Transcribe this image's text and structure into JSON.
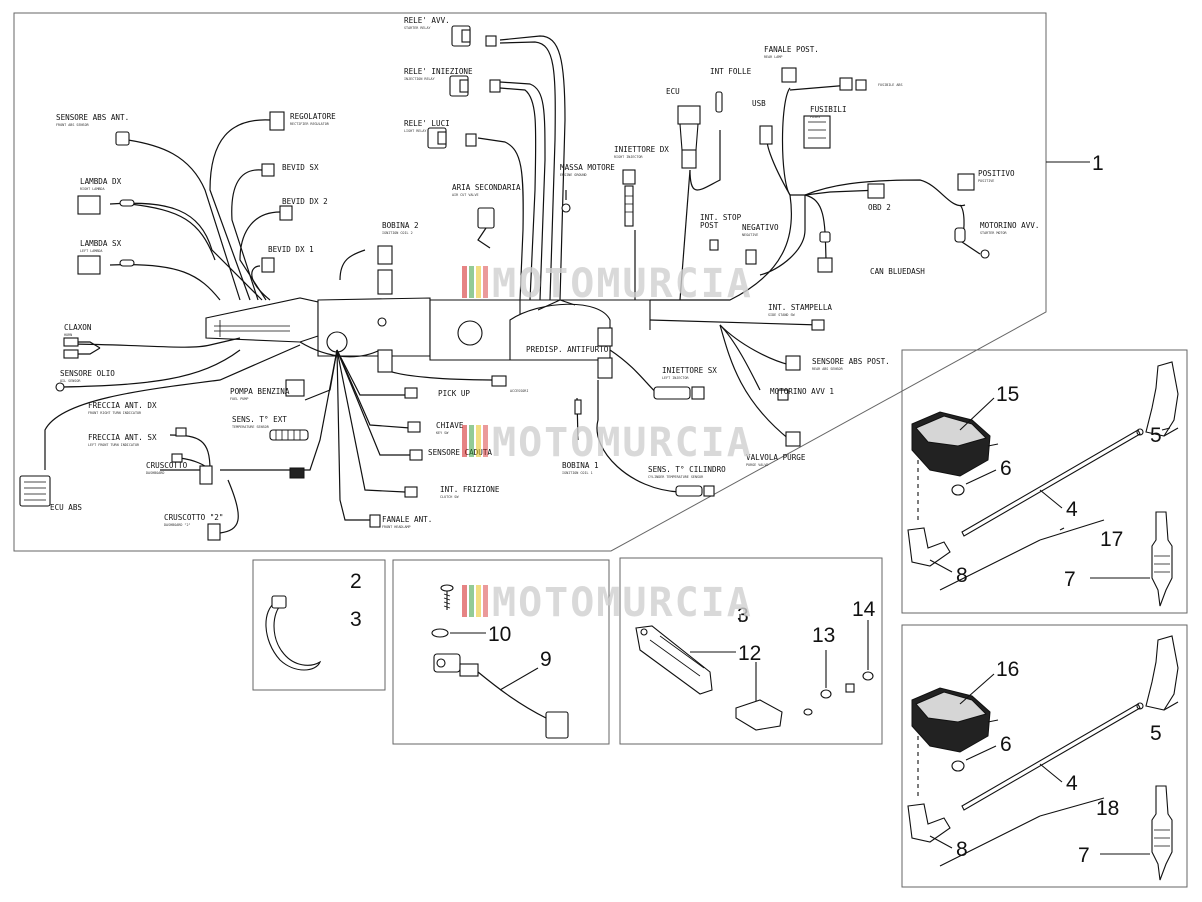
{
  "watermark": "MOTOMURCIA",
  "part_numbers": {
    "p1": "1",
    "p2": "2",
    "p3": "3",
    "p3b": "3",
    "p4a": "4",
    "p4b": "4",
    "p5a": "5",
    "p5b": "5",
    "p6a": "6",
    "p6b": "6",
    "p7a": "7",
    "p7b": "7",
    "p8a": "8",
    "p8b": "8",
    "p9": "9",
    "p10": "10",
    "p12": "12",
    "p13": "13",
    "p14": "14",
    "p15": "15",
    "p16": "16",
    "p17": "17",
    "p18": "18"
  },
  "labels": {
    "rele_avv": "RELE' AVV.",
    "rele_avv_en": "STARTER RELAY",
    "rele_iniezione": "RELE' INIEZIONE",
    "rele_iniezione_en": "INJECTION RELAY",
    "rele_luci": "RELE' LUCI",
    "rele_luci_en": "LIGHT RELAY",
    "sensore_abs_ant": "SENSORE ABS ANT.",
    "sensore_abs_ant_en": "FRONT ABS SENSOR",
    "regolatore": "REGOLATORE",
    "regolatore_en": "RECTIFIER REGULATOR",
    "lambda_dx": "LAMBDA DX",
    "lambda_dx_en": "RIGHT LAMBDA",
    "lambda_sx": "LAMBDA SX",
    "lambda_sx_en": "LEFT LAMBDA",
    "bevid_sx": "BEVID SX",
    "bevid_dx2": "BEVID DX 2",
    "bevid_dx1": "BEVID DX 1",
    "bobina2": "BOBINA 2",
    "bobina2_en": "IGNITION COIL 2",
    "aria_secondaria": "ARIA SECONDARIA",
    "aria_secondaria_en": "AIR CUT VALVE",
    "massa_motore": "MASSA MOTORE",
    "massa_motore_en": "ENGINE GROUND",
    "iniettore_dx": "INIETTORE DX",
    "iniettore_dx_en": "RIGHT INJECTOR",
    "ecu": "ECU",
    "int_folle": "INT FOLLE",
    "fanale_post": "FANALE POST.",
    "fanale_post_en": "REAR LAMP",
    "usb": "USB",
    "fusibili": "FUSIBILI",
    "fusibili_en": "FUSES",
    "fusibile_abs": "FUSIBILE ABS",
    "positivo": "POSITIVO",
    "positivo_en": "POSITIVE",
    "obd2": "OBD 2",
    "motorino_avv": "MOTORINO AVV.",
    "motorino_avv_en": "STARTER MOTOR",
    "can_bluedash": "CAN BLUEDASH",
    "int_stop_post": "INT. STOP",
    "int_stop_post2": "POST",
    "negativo": "NEGATIVO",
    "negativo_en": "NEGATIVE",
    "claxon": "CLAXON",
    "claxon_en": "HORN",
    "sensore_olio": "SENSORE OLIO",
    "sensore_olio_en": "OIL SENSOR",
    "pompa_benzina": "POMPA BENZINA",
    "pompa_benzina_en": "FUEL PUMP",
    "pick_up": "PICK UP",
    "chiave": "CHIAVE",
    "chiave_en": "KEY SW",
    "sensore_caduta": "SENSORE CADUTA",
    "freccia_ant_dx": "FRECCIA ANT. DX",
    "freccia_ant_dx_en": "FRONT RIGHT TURN INDICATOR",
    "freccia_ant_sx": "FRECCIA ANT. SX",
    "freccia_ant_sx_en": "LEFT FRONT TURN INDICATOR",
    "sens_t_ext": "SENS. T° EXT",
    "sens_t_ext_en": "TEMPERATURE SENSOR",
    "cruscotto": "CRUSCOTTO",
    "cruscotto_en": "DASHBOARD",
    "cruscotto2": "CRUSCOTTO \"2\"",
    "cruscotto2_en": "DASHBOARD \"2\"",
    "ecu_abs": "ECU ABS",
    "int_frizione": "INT. FRIZIONE",
    "int_frizione_en": "CLUTCH SW",
    "fanale_ant": "FANALE ANT.",
    "fanale_ant_en": "FRONT HEADLAMP",
    "accessori": "ACCESSORI",
    "predisp_antifurto": "PREDISP. ANTIFURTO",
    "bobina1": "BOBINA 1",
    "bobina1_en": "IGNITION COIL 1",
    "sens_t_cilindro": "SENS. T° CILINDRO",
    "sens_t_cilindro_en": "CYLINDER TEMPERATURE SENSOR",
    "iniettore_sx": "INIETTORE SX",
    "iniettore_sx_en": "LEFT INJECTOR",
    "int_stampella": "INT. STAMPELLA",
    "int_stampella_en": "SIDE STAND SW",
    "sensore_abs_post": "SENSORE ABS POST.",
    "sensore_abs_post_en": "REAR ABS SENSOR",
    "motorino_avv1": "MOTORINO AVV 1",
    "valvola_purge": "VALVOLA PURGE",
    "valvola_purge_en": "PURGE VALVE"
  },
  "colors": {
    "line": "#111111",
    "frame": "#666666",
    "watermark_red": "#d21f1f",
    "watermark_green": "#3aa040",
    "watermark_yellow": "#e8c21a"
  }
}
